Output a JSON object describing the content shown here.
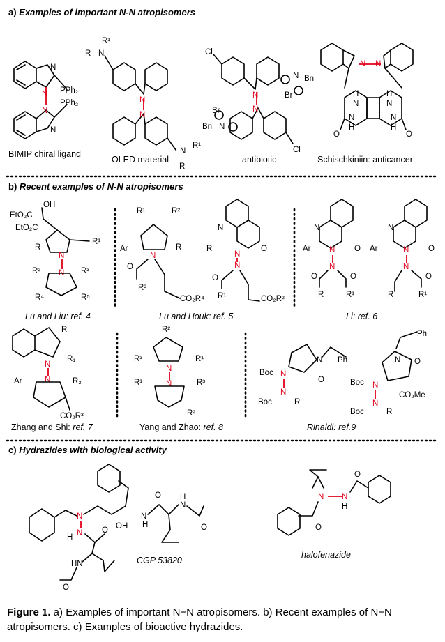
{
  "sections": {
    "a": {
      "letter": "a)",
      "title": "Examples of important N-N atropisomers"
    },
    "b": {
      "letter": "b)",
      "title": "Recent examples of N-N atropisomers"
    },
    "c": {
      "letter": "c)",
      "title": "Hydrazides with biological activity"
    }
  },
  "a_labels": [
    "BIMIP chiral ligand",
    "OLED material",
    "antibiotic",
    "Schischkiniin: anticancer"
  ],
  "b_refs": [
    {
      "authors": "Lu and Liu:",
      "ref": "ref. 4"
    },
    {
      "authors": "Lu and Houk:",
      "ref": "ref. 5"
    },
    {
      "authors": "Li:",
      "ref": "ref. 6"
    },
    {
      "authors": "Zhang and Shi:",
      "ref": "ref. 7"
    },
    {
      "authors": "Yang and Zhao:",
      "ref": "ref. 8"
    },
    {
      "authors": "Rinaldi:",
      "ref": "ref.9"
    }
  ],
  "c_labels": [
    "CGP 53820",
    "halofenazide"
  ],
  "atoms": {
    "pph2": "PPh₂",
    "n": "N",
    "r": "R",
    "r1": "R¹",
    "r2": "R²",
    "r3": "R³",
    "r4": "R⁴",
    "r5": "R⁵",
    "cl": "Cl",
    "bn": "Bn",
    "br": "Br",
    "h": "H",
    "o": "O",
    "oh": "OH",
    "ar": "Ar",
    "eto2c": "EtO₂C",
    "co2r": "CO₂R³",
    "co2r4": "CO₂R⁴",
    "co2r2": "CO₂R²",
    "co2me": "CO₂Me",
    "boc": "Boc",
    "ph": "Ph",
    "r1sub": "R₁",
    "r2sub": "R₂",
    "hn": "HN"
  },
  "caption": {
    "bold": "Figure 1.",
    "text": " a) Examples of important N−N atropisomers. b) Recent examples of N−N atropisomers. c) Examples of bioactive hydrazides."
  }
}
